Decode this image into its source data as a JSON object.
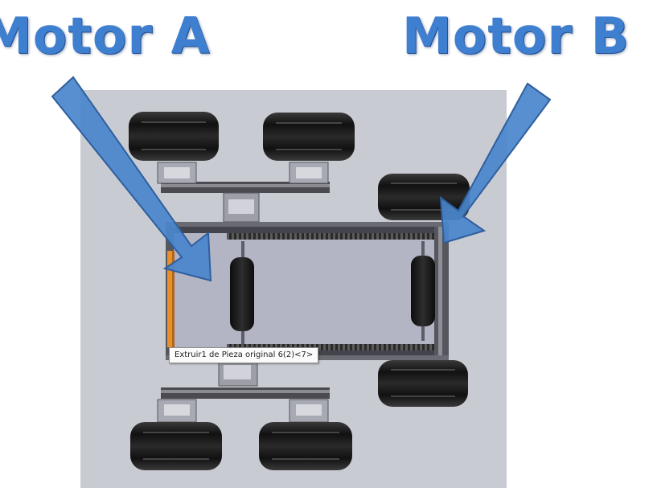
{
  "labels": {
    "motor_a": "Motor A",
    "motor_b": "Motor B"
  },
  "tooltip": {
    "text": "Extruir1 de Pieza original 6(2)<7>"
  },
  "colors": {
    "title_blue": "#3f7fd0",
    "arrow_blue": "#4a86cc",
    "viewport_bg": "#c9cbd3",
    "chassis_bg": "#b3b5c5",
    "tire": "#1b1b1b",
    "accent_orange": "#e8902a"
  }
}
